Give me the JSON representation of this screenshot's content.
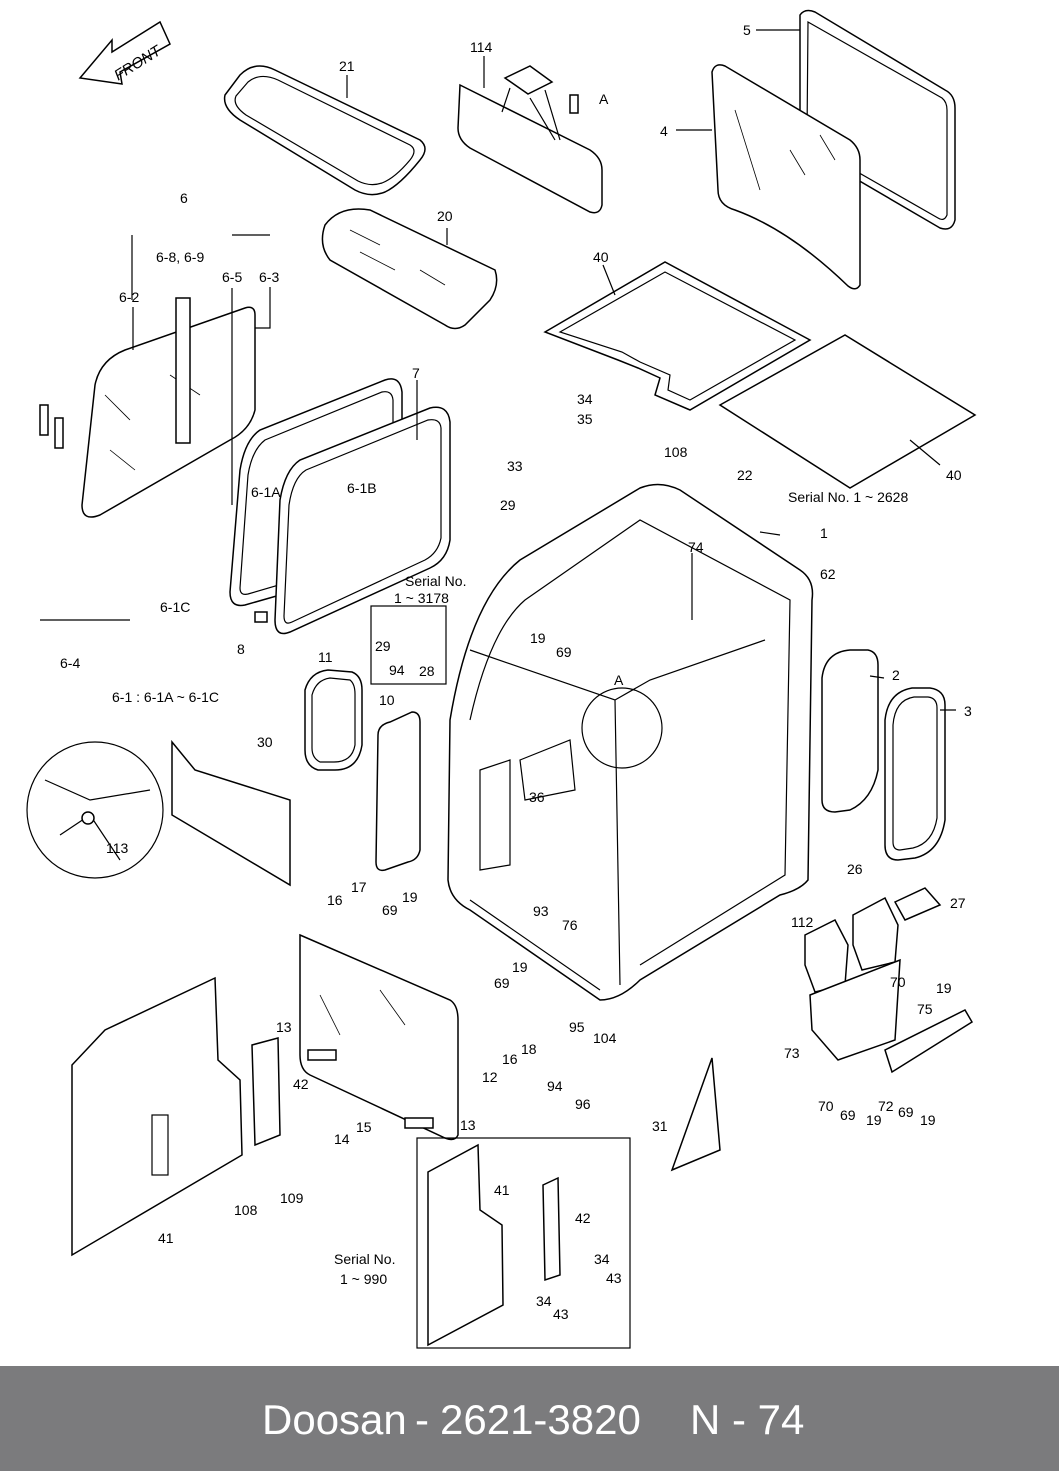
{
  "diagram": {
    "direction_label": "FRONT",
    "part_labels": [
      "1",
      "2",
      "3",
      "4",
      "5",
      "6",
      "6-1A",
      "6-1B",
      "6-1C",
      "6-2",
      "6-3",
      "6-4",
      "6-5",
      "6-8, 6-9",
      "7",
      "8",
      "10",
      "11",
      "12",
      "13",
      "13",
      "14",
      "15",
      "16",
      "16",
      "17",
      "18",
      "19",
      "19",
      "19",
      "19",
      "19",
      "19",
      "20",
      "21",
      "22",
      "26",
      "27",
      "28",
      "29",
      "29",
      "30",
      "31",
      "33",
      "34",
      "34",
      "34",
      "35",
      "36",
      "40",
      "40",
      "41",
      "41",
      "42",
      "42",
      "43",
      "43",
      "62",
      "69",
      "69",
      "69",
      "69",
      "69",
      "70",
      "70",
      "72",
      "73",
      "74",
      "75",
      "76",
      "93",
      "94",
      "94",
      "95",
      "96",
      "104",
      "108",
      "108",
      "109",
      "112",
      "113",
      "114",
      "A",
      "A"
    ],
    "notes": {
      "group_6_1": "6-1 : 6-1A ~ 6-1C",
      "serial_top_right": "Serial No. 1 ~ 2628",
      "serial_box_title": "Serial No.",
      "serial_box_range": "1 ~ 3178",
      "serial_bottom_title": "Serial No.",
      "serial_bottom_range": "1 ~ 990"
    }
  },
  "footer": {
    "brand": "Doosan",
    "separator": "-",
    "part_number": "2621-3820",
    "page_label": "N - 74"
  }
}
